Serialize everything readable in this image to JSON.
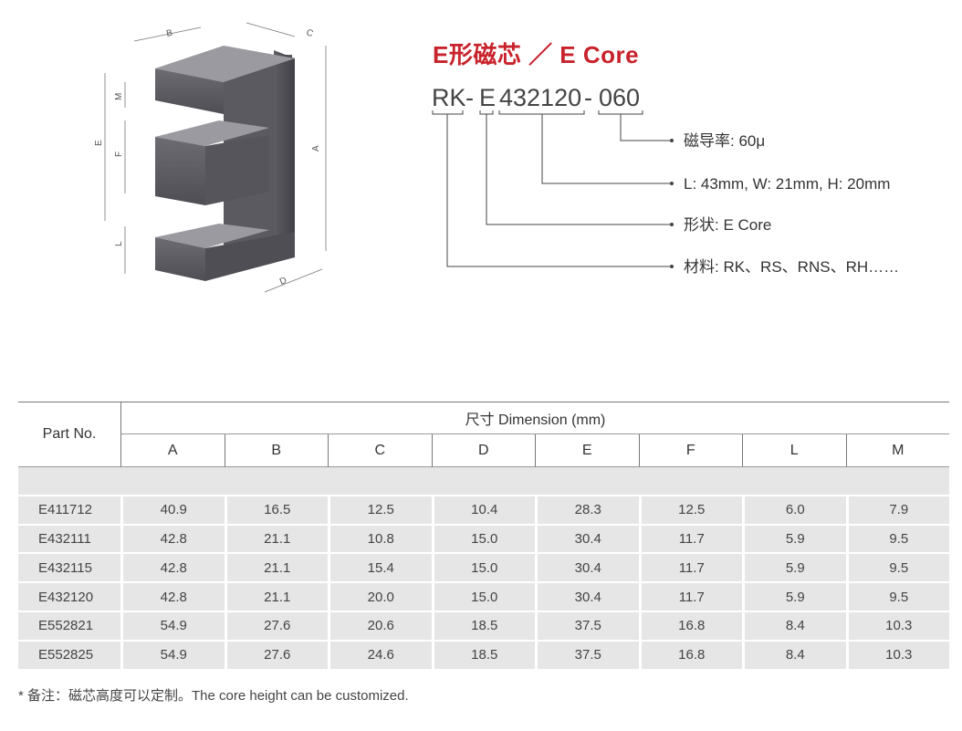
{
  "title": "E形磁芯 ／ E Core",
  "code": {
    "segments": [
      "RK",
      "-",
      "E",
      " ",
      "432120",
      "-",
      "060"
    ],
    "descriptions": [
      "磁导率: 60μ",
      "L: 43mm, W: 21mm, H: 20mm",
      "形状: E Core",
      "材料: RK、RS、RNS、RH……"
    ]
  },
  "figure_labels": [
    "A",
    "B",
    "C",
    "D",
    "E",
    "F",
    "L",
    "M"
  ],
  "table": {
    "part_header": "Part No.",
    "group_header": "尺寸 Dimension (mm)",
    "columns": [
      "A",
      "B",
      "C",
      "D",
      "E",
      "F",
      "L",
      "M"
    ],
    "rows": [
      [
        "E411712",
        "40.9",
        "16.5",
        "12.5",
        "10.4",
        "28.3",
        "12.5",
        "6.0",
        "7.9"
      ],
      [
        "E432111",
        "42.8",
        "21.1",
        "10.8",
        "15.0",
        "30.4",
        "11.7",
        "5.9",
        "9.5"
      ],
      [
        "E432115",
        "42.8",
        "21.1",
        "15.4",
        "15.0",
        "30.4",
        "11.7",
        "5.9",
        "9.5"
      ],
      [
        "E432120",
        "42.8",
        "21.1",
        "20.0",
        "15.0",
        "30.4",
        "11.7",
        "5.9",
        "9.5"
      ],
      [
        "E552821",
        "54.9",
        "27.6",
        "20.6",
        "18.5",
        "37.5",
        "16.8",
        "8.4",
        "10.3"
      ],
      [
        "E552825",
        "54.9",
        "27.6",
        "24.6",
        "18.5",
        "37.5",
        "16.8",
        "8.4",
        "10.3"
      ]
    ]
  },
  "note": "* 备注：磁芯高度可以定制。The core height can be customized."
}
